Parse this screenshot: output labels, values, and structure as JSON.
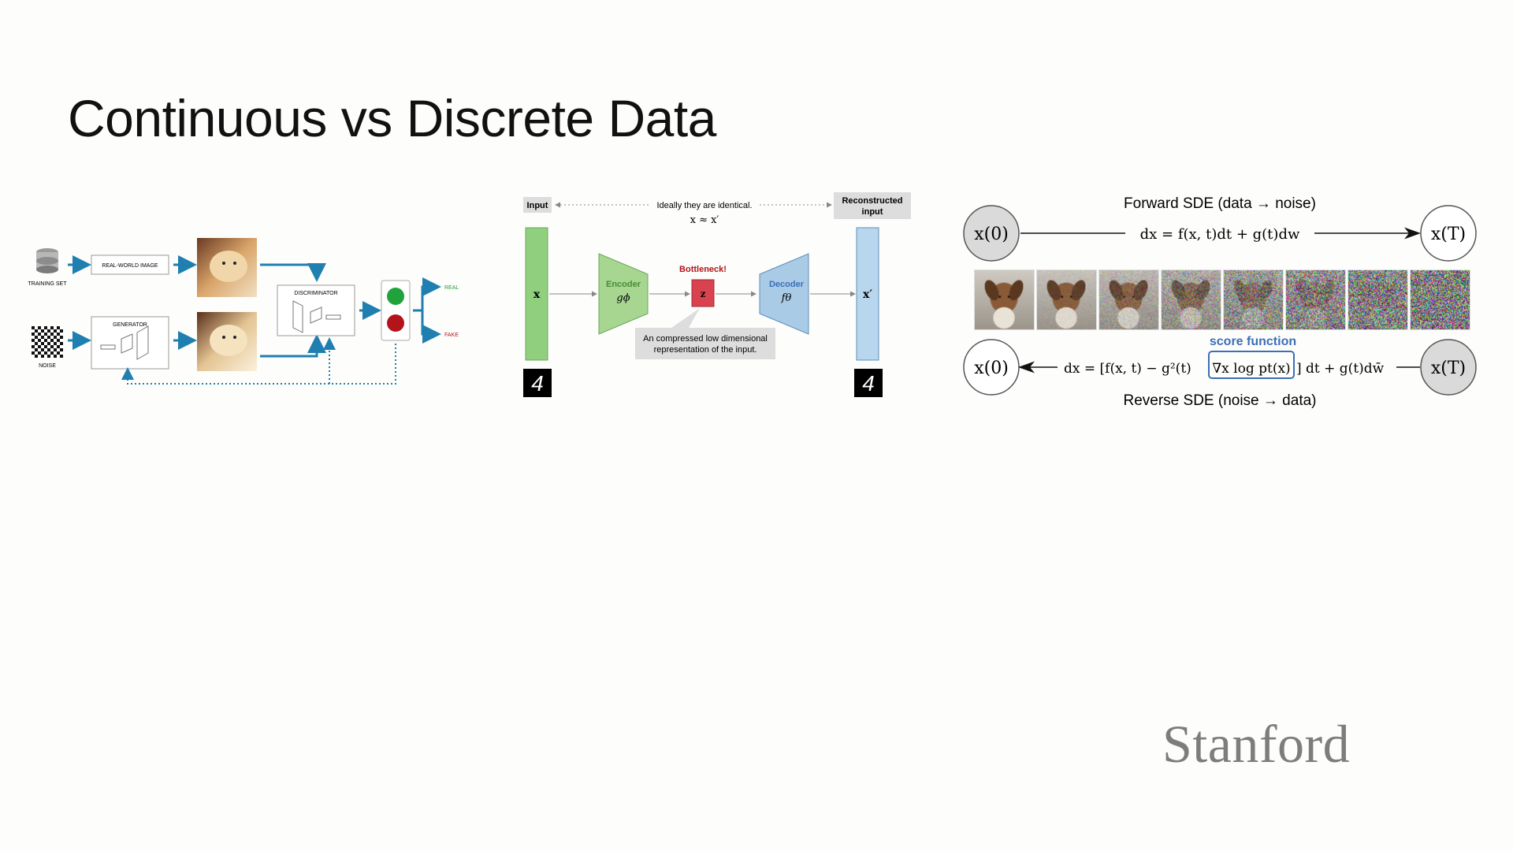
{
  "slide": {
    "title": "Continuous vs Discrete Data",
    "logo": "Stanford"
  },
  "gan": {
    "training_set": "TRAINING SET",
    "real_world_image": "REAL-WORLD IMAGE",
    "noise": "NOISE",
    "generator": "GENERATOR",
    "discriminator": "DISCRIMINATOR",
    "real": "REAL",
    "fake": "FAKE",
    "colors": {
      "arrow": "#1f7fb0",
      "real": "#1fa33a",
      "fake": "#b3141c"
    }
  },
  "autoencoder": {
    "input_label": "Input",
    "ideal_text": "Ideally they are identical.",
    "ideal_eq": "x ≈ x′",
    "reconstructed_line1": "Reconstructed",
    "reconstructed_line2": "input",
    "x_label": "x",
    "encoder_label": "Encoder",
    "encoder_fn": "gϕ",
    "bottleneck_label": "Bottleneck!",
    "z_label": "z",
    "decoder_label": "Decoder",
    "decoder_fn": "fθ",
    "xprime_label": "x′",
    "note_line1": "An compressed low dimensional",
    "note_line2": "representation of the input.",
    "digit_in": "4",
    "digit_out": "4",
    "colors": {
      "input": "#8fcf7e",
      "encoder": "#a6d68f",
      "bottleneck": "#d9434f",
      "decoder": "#a9cbe6",
      "output": "#b8d6ee"
    }
  },
  "sde": {
    "forward_title": "Forward SDE (data → noise)",
    "forward_eq": "dx = f(x, t)dt + g(t)dw",
    "x0": "x(0)",
    "xT": "x(T)",
    "score_label": "score function",
    "reverse_eq_left": "dx = [f(x, t) − g²(t)",
    "reverse_eq_score": "∇x log pt(x)",
    "reverse_eq_right": "] dt + g(t)dw̄",
    "reverse_title": "Reverse SDE (noise → data)",
    "noise_levels": [
      0.0,
      0.1,
      0.25,
      0.45,
      0.65,
      0.8,
      0.92,
      1.0
    ],
    "colors": {
      "score": "#3b6fb6"
    }
  }
}
